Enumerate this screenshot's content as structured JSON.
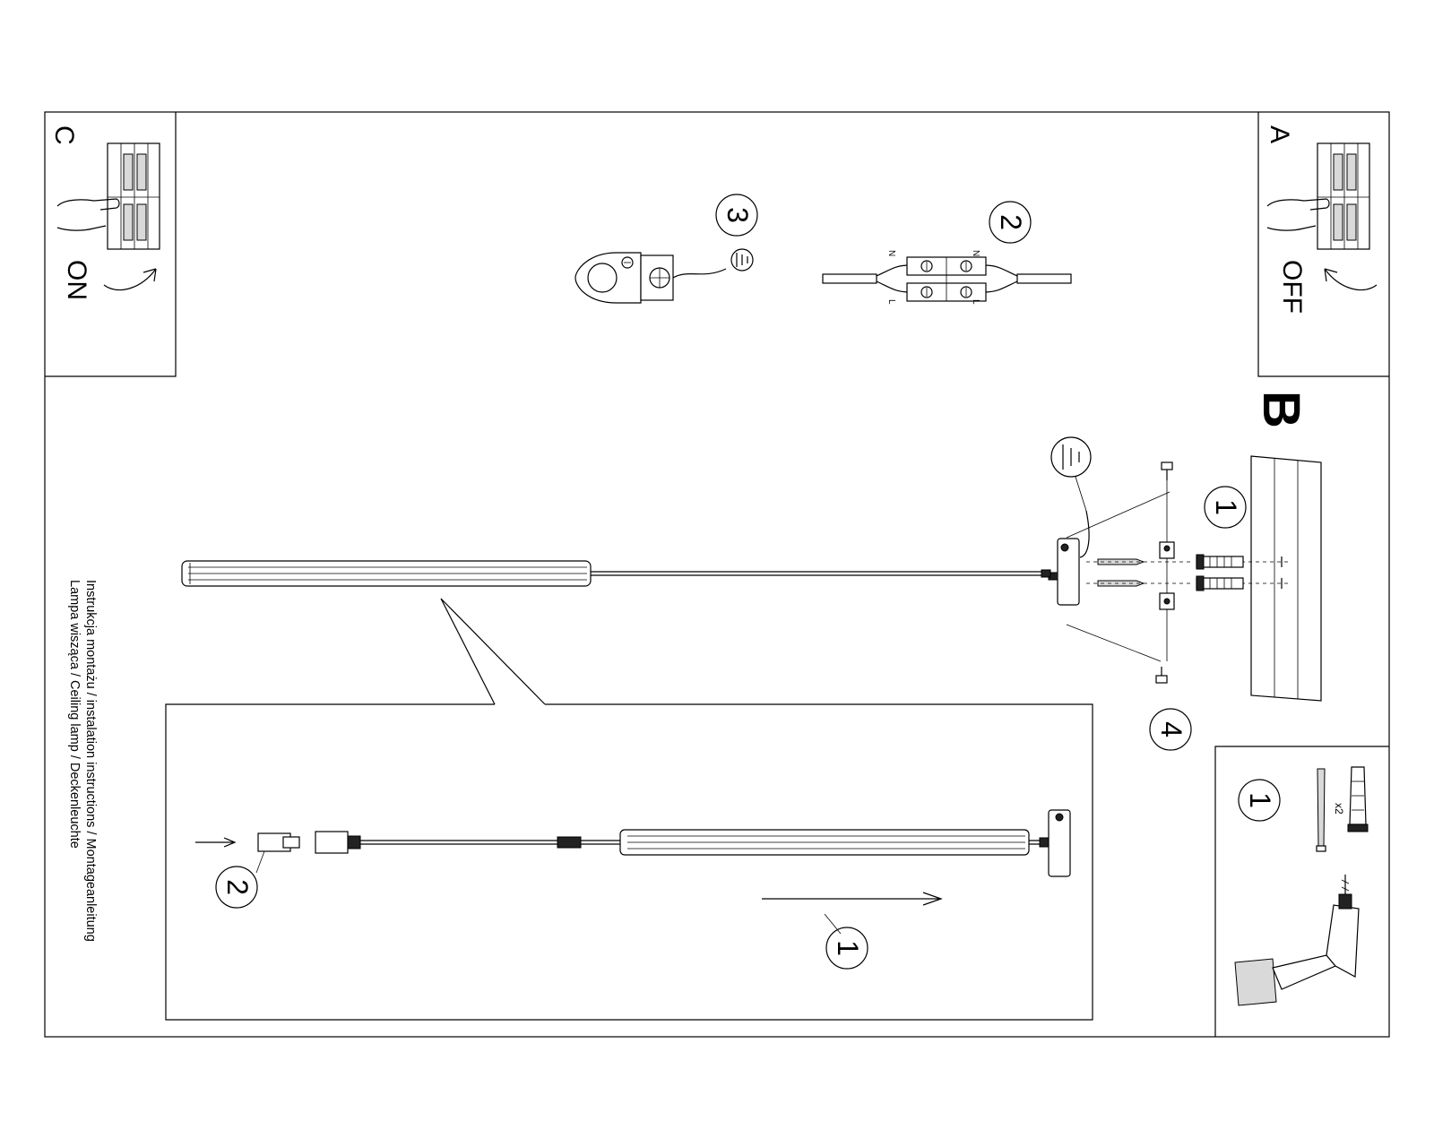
{
  "labels": {
    "panel_a": "A",
    "panel_a_action": "OFF",
    "panel_b": "B",
    "panel_c": "C",
    "panel_c_action": "ON"
  },
  "steps": {
    "wire_step": "2",
    "ground_step": "3",
    "mount_step_1": "1",
    "mount_step_4": "4",
    "inset_step_1": "1",
    "inset_step_2": "2",
    "tools_step": "1"
  },
  "terminal_marks": {
    "neutral": "N",
    "live": "L"
  },
  "tools": {
    "quantity": "x2"
  },
  "title": {
    "line1": "Instrukcja montażu / instalation instructions / Montageanleitung",
    "line2": "Lampa wisząca / Ceiling lamp / Deckenleuchte"
  },
  "icons": [
    "ground-icon",
    "breaker-panel-icon",
    "hand-icon",
    "curved-arrow-icon",
    "drill-icon",
    "screw-icon",
    "wall-plug-icon"
  ]
}
